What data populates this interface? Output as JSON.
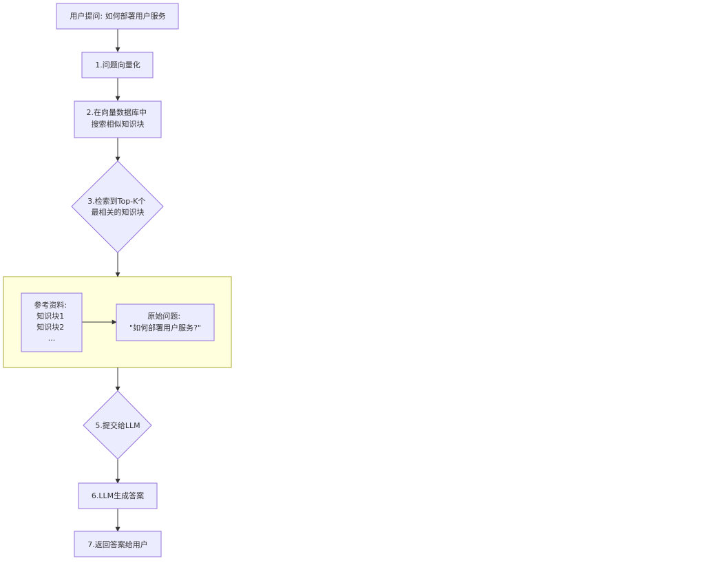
{
  "diagram": {
    "nodes": {
      "question": {
        "lines": [
          "用户提问: 如何部署用户服务"
        ]
      },
      "vectorize": {
        "lines": [
          "1.问题向量化"
        ]
      },
      "search": {
        "lines": [
          "2.在向量数据库中",
          "搜索相似知识块"
        ]
      },
      "topk": {
        "lines": [
          "3.检索到Top-K个",
          "最相关的知识块"
        ]
      },
      "reference": {
        "lines": [
          "参考资料:",
          "知识块1",
          "知识块2",
          "..."
        ]
      },
      "original": {
        "lines": [
          "原始问题:",
          "\"如何部署用户服务?\""
        ]
      },
      "submit": {
        "lines": [
          "5.提交给LLM"
        ]
      },
      "generate": {
        "lines": [
          "6.LLM生成答案"
        ]
      },
      "return": {
        "lines": [
          "7.返回答案给用户"
        ]
      }
    }
  },
  "colors": {
    "node_fill": "#ececff",
    "node_stroke": "#9370db",
    "group_fill": "#ffffde",
    "group_stroke": "#aaaa33",
    "edge": "#333333",
    "text": "#333333"
  }
}
